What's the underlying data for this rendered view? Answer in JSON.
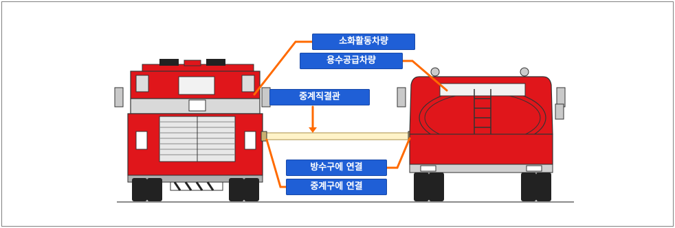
{
  "labels": {
    "firefighting_vehicle": "소화활동차량",
    "water_supply_vehicle": "용수공급차량",
    "relay_pipe": "중계직결관",
    "outlet_connection": "방수구에 연결",
    "relay_connection": "중계구에 연결"
  },
  "colors": {
    "label_bg": "#1f5fd6",
    "arrow": "#ff6a00",
    "truck_red": "#e0161b",
    "pipe": "#fff3c8"
  }
}
